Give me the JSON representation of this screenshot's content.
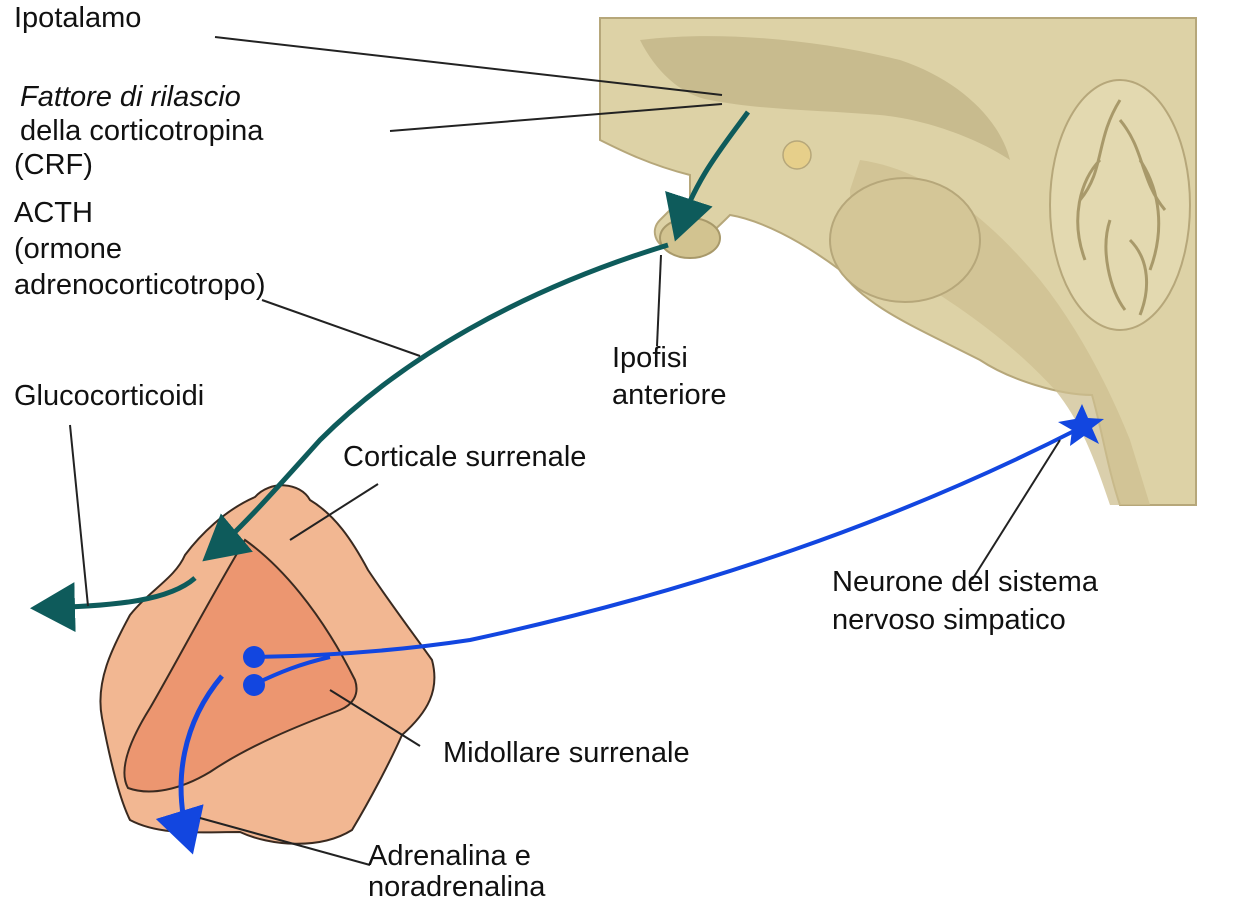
{
  "colors": {
    "background": "#ffffff",
    "brain_fill": "#ddd2a6",
    "brain_dark": "#b6a77a",
    "adrenal_cortex": "#f2b792",
    "adrenal_medulla": "#ec9670",
    "hormone_arrow": "#0e5b5b",
    "neural_arrow": "#1246e0",
    "leader_line": "#222222",
    "text": "#111111"
  },
  "icons": {
    "neuron": "star-neuron-icon",
    "axon_terminal": "dot-terminal-icon"
  },
  "labels": {
    "ipotalamo": "Ipotalamo",
    "crf_line1": "Fattore di rilascio",
    "crf_line2": "della corticotropina",
    "crf_line3": "(CRF)",
    "acth_line1": "ACTH",
    "acth_line2": "(ormone",
    "acth_line3": "adrenocorticotropo)",
    "glucocorticoidi": "Glucocorticoidi",
    "corticale": "Corticale surrenale",
    "ipofisi_line1": "Ipofisi",
    "ipofisi_line2": "anteriore",
    "neurone_line1": "Neurone del sistema",
    "neurone_line2": "nervoso simpatico",
    "midollare": "Midollare surrenale",
    "adrenalina_line1": "Adrenalina e",
    "adrenalina_line2": "noradrenalina"
  }
}
